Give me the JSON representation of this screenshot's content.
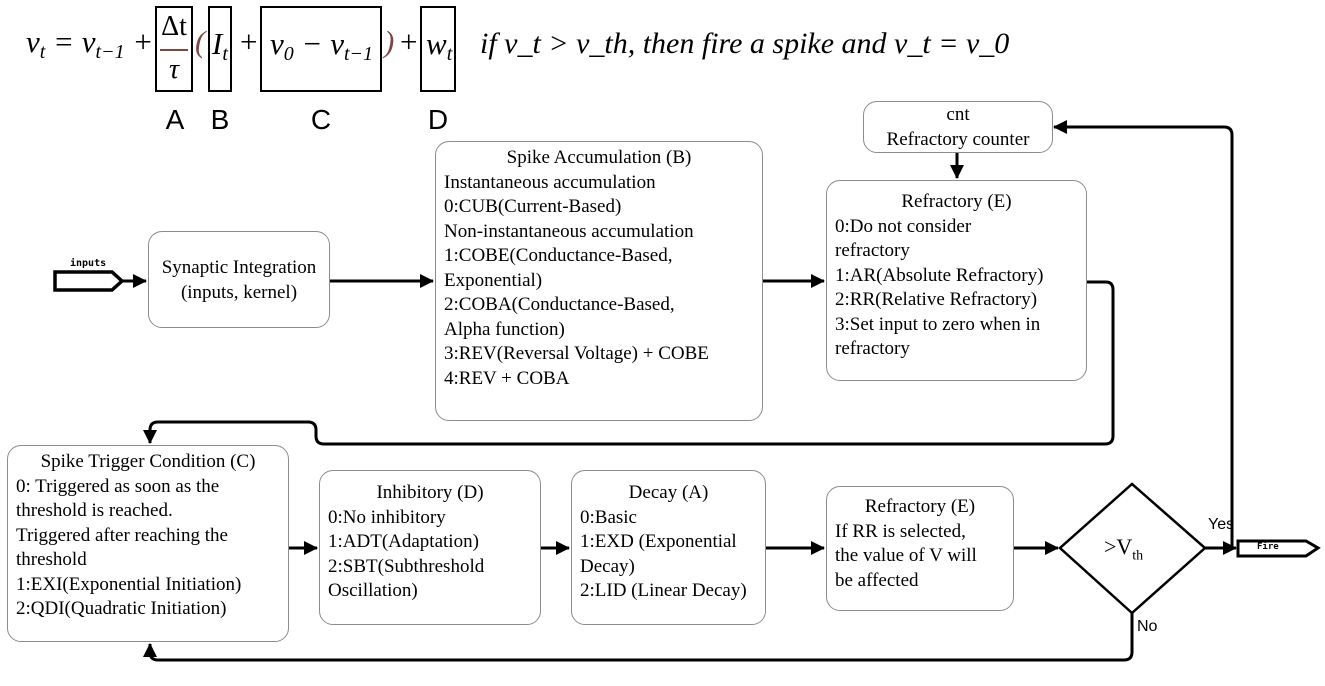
{
  "equation": {
    "lhs": "v",
    "lhs_sub": "t",
    "term0": "v",
    "term0_sub": "t−1",
    "a_num": "Δt",
    "a_den": "τ",
    "b": "I",
    "b_sub": "t",
    "c1": "v",
    "c1_sub": "0",
    "c2": "v",
    "c2_sub": "t−1",
    "d": "w",
    "d_sub": "t",
    "condition": "if v_t > v_th, then fire a spike and v_t = v_0",
    "labels": [
      "A",
      "B",
      "C",
      "D"
    ]
  },
  "nodes": {
    "inputs": "inputs",
    "fire": "Fire",
    "counter": {
      "title": "cnt",
      "subtitle": "Refractory counter"
    },
    "synaptic": {
      "title": "Synaptic Integration",
      "subtitle": "(inputs, kernel)"
    },
    "accumulation": {
      "title": "Spike Accumulation (B)",
      "lines": [
        "Instantaneous accumulation",
        "0:CUB(Current-Based)",
        "Non-instantaneous accumulation",
        "1:COBE(Conductance-Based,",
        "Exponential)",
        "2:COBA(Conductance-Based,",
        "Alpha function)",
        "3:REV(Reversal Voltage) + COBE",
        "4:REV + COBA"
      ]
    },
    "refractory_top": {
      "title": "Refractory (E)",
      "lines": [
        "0:Do not consider",
        "refractory",
        "1:AR(Absolute Refractory)",
        "2:RR(Relative Refractory)",
        "3:Set input to zero when in",
        "refractory"
      ]
    },
    "trigger": {
      "title": "Spike Trigger Condition (C)",
      "lines": [
        "0: Triggered as soon as the",
        "threshold is reached.",
        "Triggered after reaching the",
        "threshold",
        "1:EXI(Exponential Initiation)",
        "2:QDI(Quadratic Initiation)"
      ]
    },
    "inhibitory": {
      "title": "Inhibitory (D)",
      "lines": [
        "0:No inhibitory",
        "1:ADT(Adaptation)",
        "2:SBT(Subthreshold",
        "Oscillation)"
      ]
    },
    "decay": {
      "title": "Decay (A)",
      "lines": [
        "0:Basic",
        "1:EXD (Exponential",
        "Decay)",
        "2:LID (Linear Decay)"
      ]
    },
    "refractory_bottom": {
      "title": "Refractory (E)",
      "lines": [
        "If RR is selected,",
        "the value of V will",
        "be affected"
      ]
    },
    "decision": {
      "text": ">V",
      "sub": "th",
      "yes": "Yes",
      "no": "No"
    }
  }
}
